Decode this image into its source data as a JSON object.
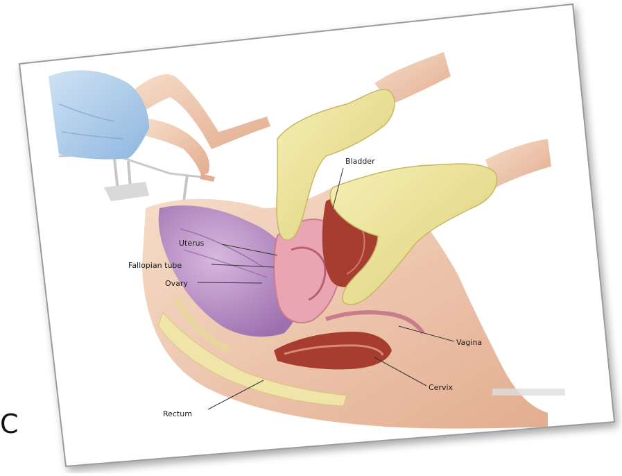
{
  "panel_letter": "C",
  "labels": {
    "bladder": "Bladder",
    "uterus": "Uterus",
    "fallopian_tube": "Fallopian tube",
    "ovary": "Ovary",
    "vagina": "Vagina",
    "cervix": "Cervix",
    "rectum": "Rectum"
  },
  "colors": {
    "card_border": "#9a9a9a",
    "glove": "#efe69a",
    "skin": "#f1cdb4",
    "uterus_lilac": "#b98fc4",
    "organ_red": "#a63d2f",
    "drape_blue": "#a9cbe9"
  }
}
